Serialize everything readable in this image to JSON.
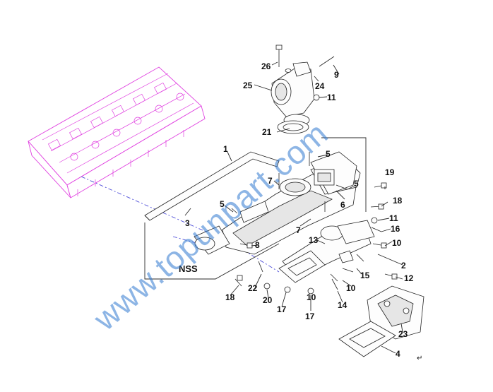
{
  "diagram": {
    "callouts": [
      "1",
      "2",
      "3",
      "4",
      "5",
      "5",
      "5",
      "6",
      "7",
      "7",
      "8",
      "9",
      "10",
      "10",
      "10",
      "11",
      "11",
      "12",
      "13",
      "14",
      "15",
      "16",
      "17",
      "17",
      "18",
      "18",
      "19",
      "20",
      "21",
      "22",
      "23",
      "24",
      "25",
      "26"
    ],
    "nss_label": "NSS",
    "watermark": "www.topunpart.com",
    "return_mark": "↵"
  },
  "colors": {
    "cylinder_head": "#e040e0",
    "leader_blue": "#4a4ad8",
    "watermark": "#2f78d0"
  }
}
